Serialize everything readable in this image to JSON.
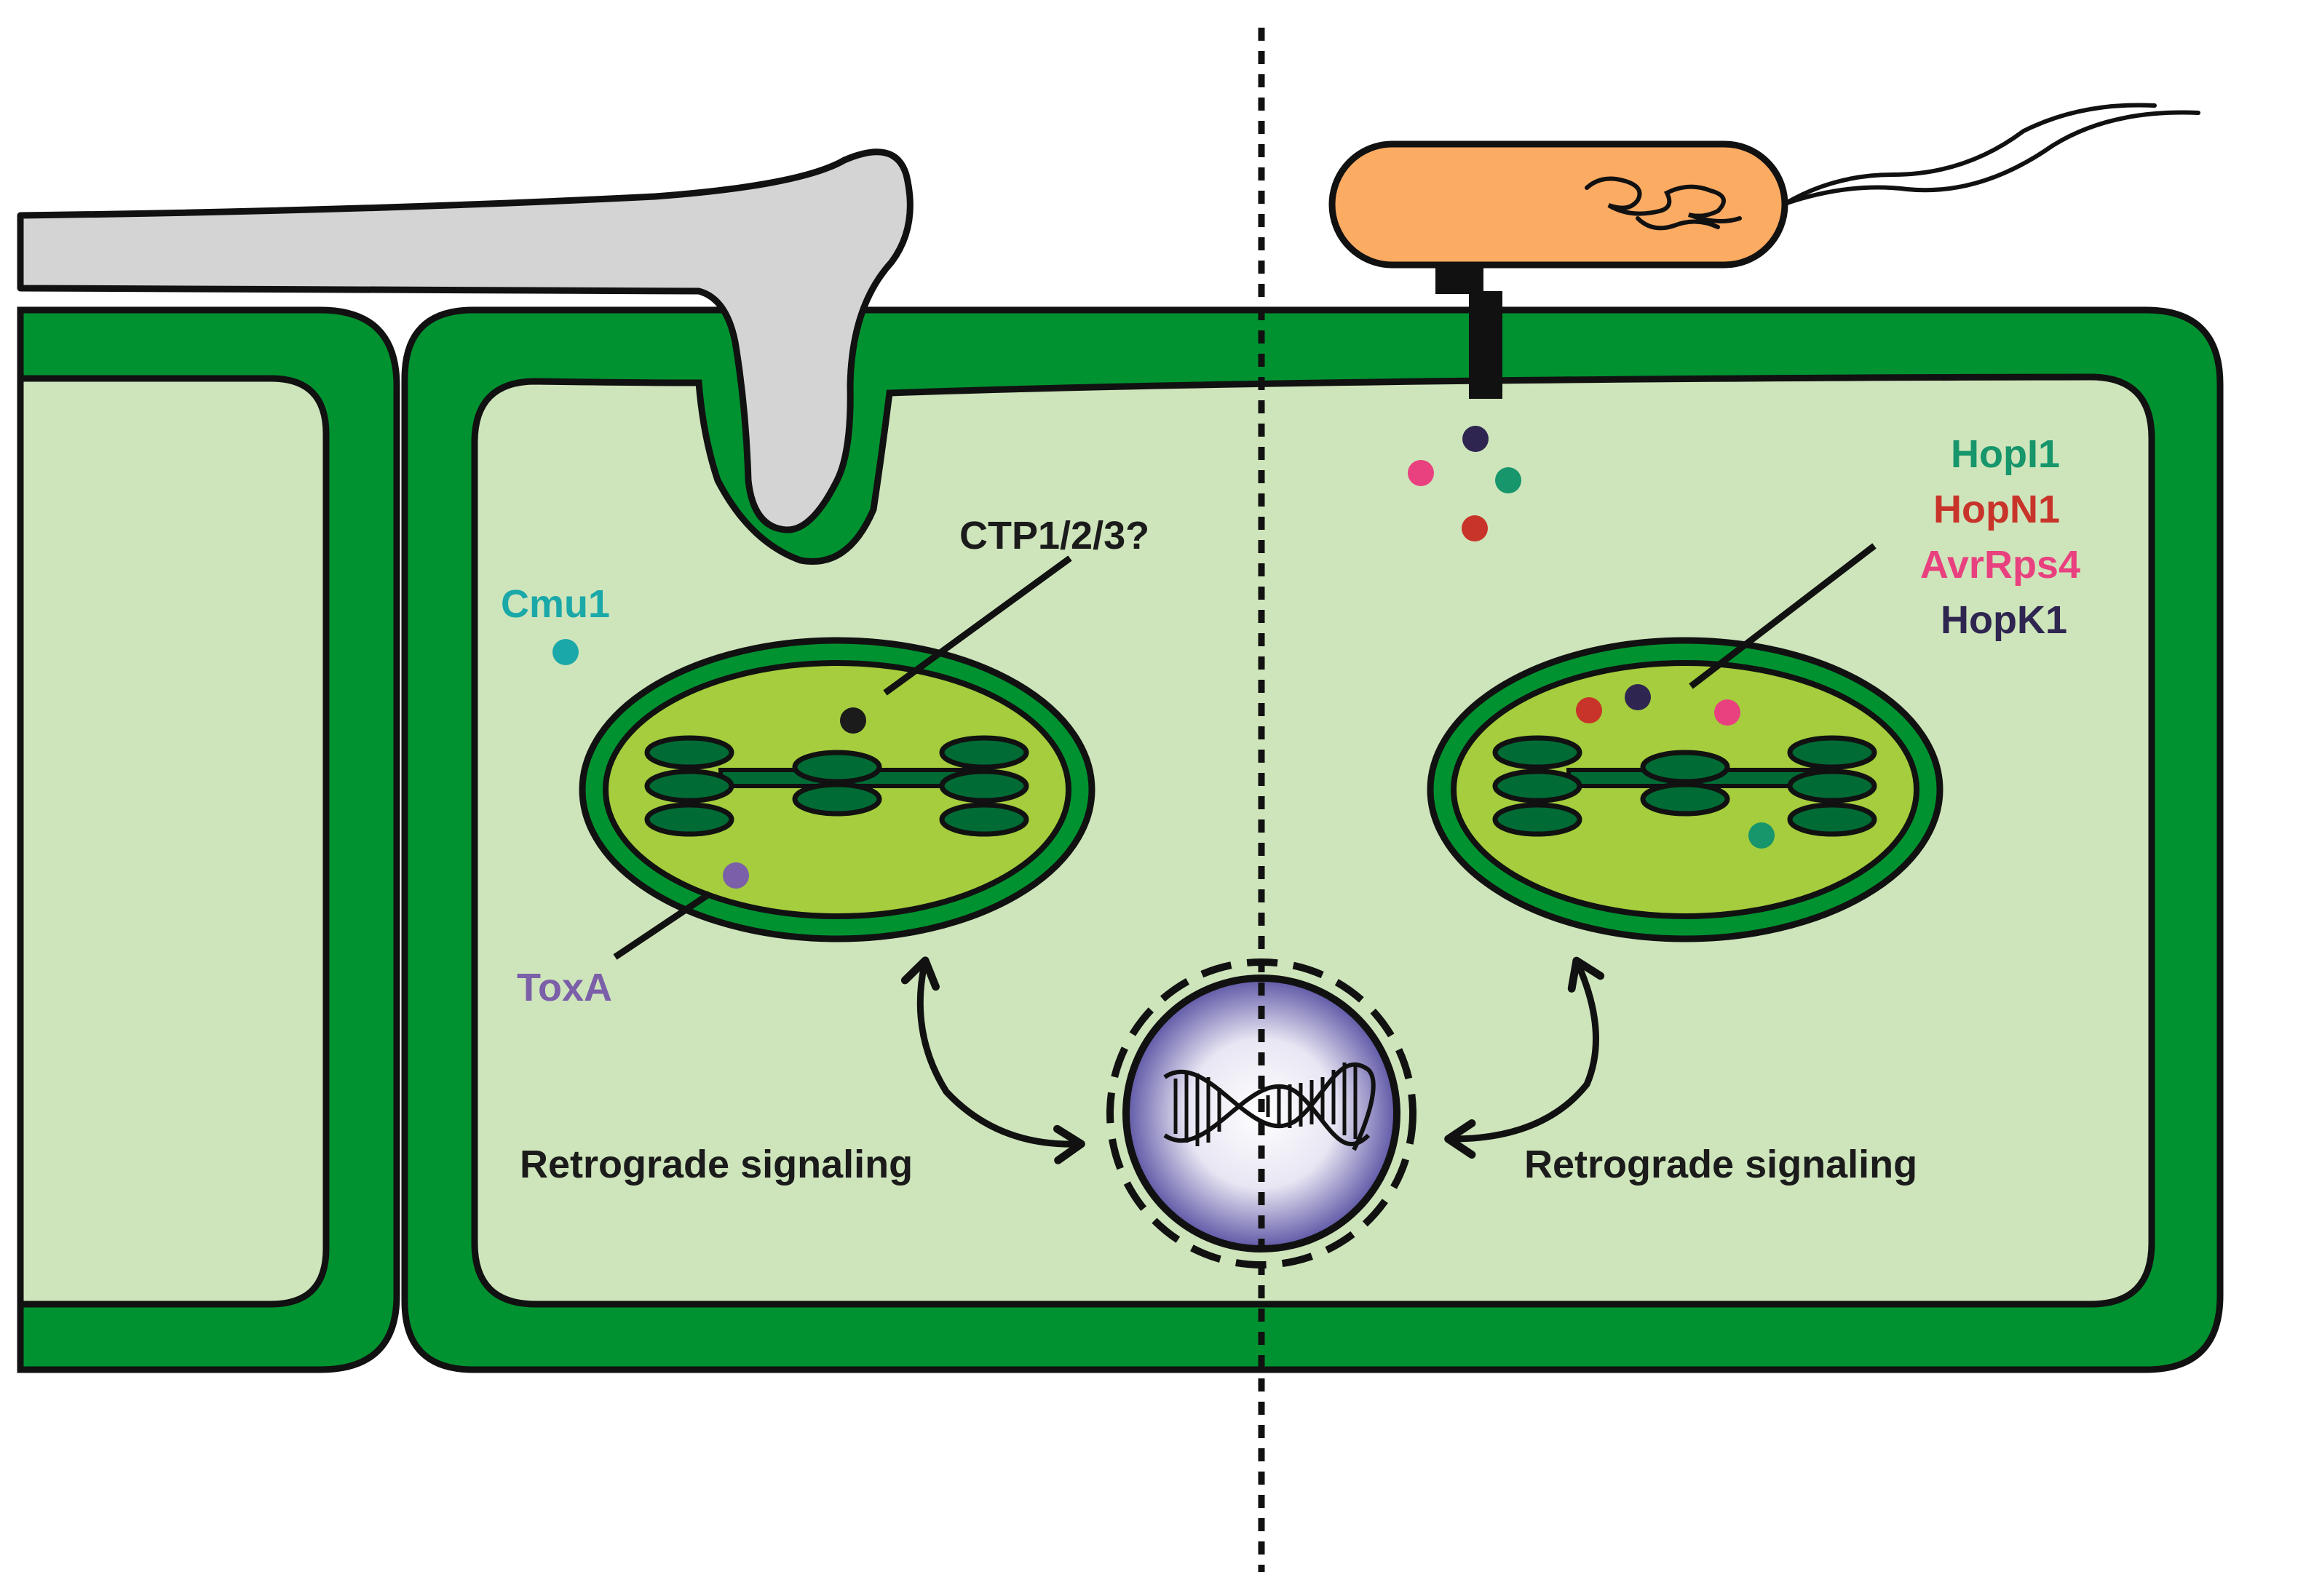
{
  "labels": {
    "ctp": "CTP1/2/3?",
    "cmu1": "Cmu1",
    "toxa": "ToxA",
    "retro_left": "Retrograde signaling",
    "retro_right": "Retrograde signaling"
  },
  "effectors": [
    {
      "name": "HopI1",
      "color": "#17956b"
    },
    {
      "name": "HopN1",
      "color": "#c8342a"
    },
    {
      "name": "AvrRps4",
      "color": "#e9407f"
    },
    {
      "name": "HopK1",
      "color": "#2e2550"
    }
  ],
  "colors": {
    "cell_wall": "#009230",
    "cytoplasm": "#cee5bb",
    "stroma": "#a5cd3d",
    "thylakoid": "#006b35",
    "hypha": "#d4d4d4",
    "bacterium": "#fcab63",
    "cmu1": "#1aa8a8",
    "toxa": "#7b5fa8",
    "ctp": "#1b1b1b",
    "nucleus_center": "#ffffff",
    "nucleus_edge": "#5e57a6"
  }
}
